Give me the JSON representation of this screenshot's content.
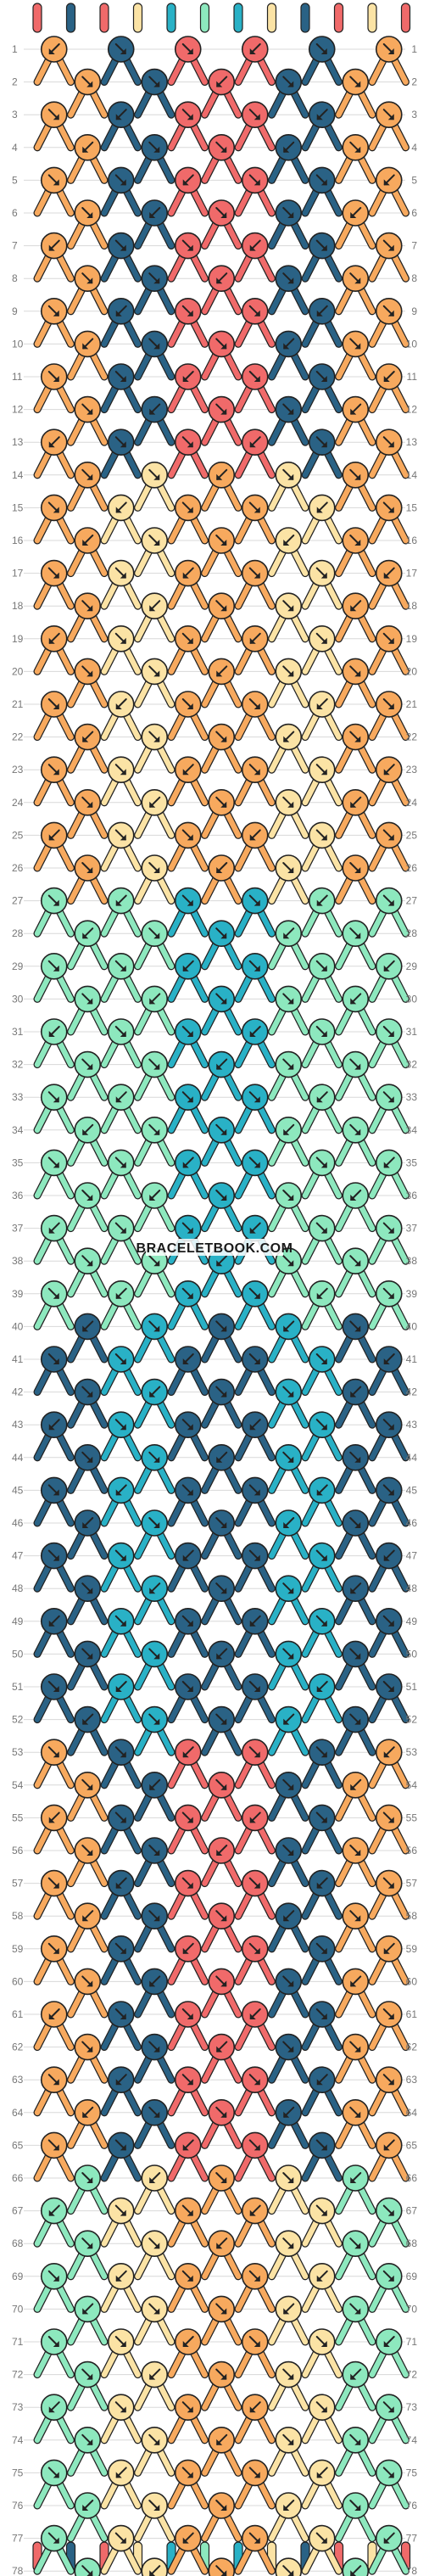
{
  "pattern": {
    "row_labels": [
      "1",
      "2",
      "3",
      "4",
      "5",
      "6",
      "7",
      "8",
      "9",
      "10",
      "11",
      "12",
      "13",
      "14",
      "15",
      "16",
      "17",
      "18",
      "19",
      "20",
      "21",
      "22",
      "23",
      "24",
      "25",
      "26",
      "27",
      "28",
      "29",
      "30",
      "31",
      "32",
      "33",
      "34",
      "35",
      "36",
      "37",
      "38",
      "39",
      "40",
      "41",
      "42",
      "43",
      "44",
      "45",
      "46",
      "47",
      "48",
      "49",
      "50",
      "51",
      "52",
      "53",
      "54",
      "55",
      "56",
      "57",
      "58",
      "59",
      "60",
      "61",
      "62",
      "63",
      "64",
      "65",
      "66",
      "67",
      "68",
      "69",
      "70",
      "71",
      "72",
      "73",
      "74",
      "75",
      "76",
      "77",
      "78"
    ],
    "colors": {
      "coral": "#f06a6a",
      "orange": "#f7a95e",
      "navy": "#2a6285",
      "teal": "#29b1c6",
      "mint": "#8de8be",
      "cream": "#fbe3a5",
      "outline": "#222222",
      "grid": "#d8d8d8"
    },
    "strings_top": [
      "coral",
      "navy",
      "coral",
      "cream",
      "teal",
      "mint",
      "teal",
      "cream",
      "navy",
      "coral",
      "cream",
      "coral"
    ],
    "watermark": "BRACELETBOOK.COM"
  }
}
